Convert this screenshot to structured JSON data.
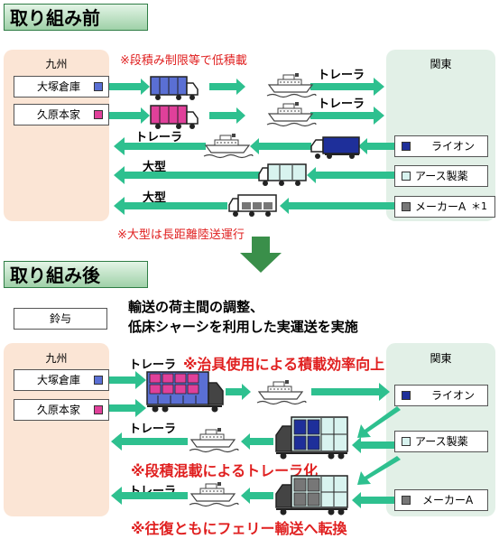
{
  "before": {
    "title": "取り組み前",
    "kyushu_label": "九州",
    "kanto_label": "関東",
    "shippers_kyushu": [
      {
        "name": "大塚倉庫",
        "color": "#5a6fd4"
      },
      {
        "name": "久原本家",
        "color": "#e0409a"
      }
    ],
    "shippers_kanto": [
      {
        "name": "ライオン",
        "color": "#1e2f9a"
      },
      {
        "name": "アース製薬",
        "color": "#d8f3ef"
      },
      {
        "name": "メーカーA",
        "color": "#777777",
        "suffix": "＊1"
      }
    ],
    "labels": {
      "trailer1": "トレーラ",
      "trailer2": "トレーラ",
      "trailer3": "トレーラ",
      "large1": "大型",
      "large2": "大型"
    },
    "note_top": "※段積み制限等で低積載",
    "note_bottom": "※大型は長距離陸送運行"
  },
  "after": {
    "title": "取り組み後",
    "tag": "鈴与",
    "description_line1": "輸送の荷主間の調整、",
    "description_line2": "低床シャーシを利用した実運送を実施",
    "kyushu_label": "九州",
    "kanto_label": "関東",
    "shippers_kyushu": [
      {
        "name": "大塚倉庫",
        "color": "#5a6fd4"
      },
      {
        "name": "久原本家",
        "color": "#e0409a"
      }
    ],
    "shippers_kanto": [
      {
        "name": "ライオン",
        "color": "#1e2f9a"
      },
      {
        "name": "アース製薬",
        "color": "#d8f3ef"
      },
      {
        "name": "メーカーA",
        "color": "#777777"
      }
    ],
    "labels": {
      "trailer1": "トレーラ",
      "trailer2": "トレーラ",
      "trailer3": "トレーラ"
    },
    "note1": "※治具使用による積載効率向上",
    "note2": "※段積混載によるトレーラ化",
    "note3": "※往復ともにフェリー輸送へ転換"
  },
  "colors": {
    "arrow": "#2ec08f",
    "big_arrow": "#3a8f4a",
    "note_red": "#e02020",
    "truck_dark": "#333333"
  }
}
